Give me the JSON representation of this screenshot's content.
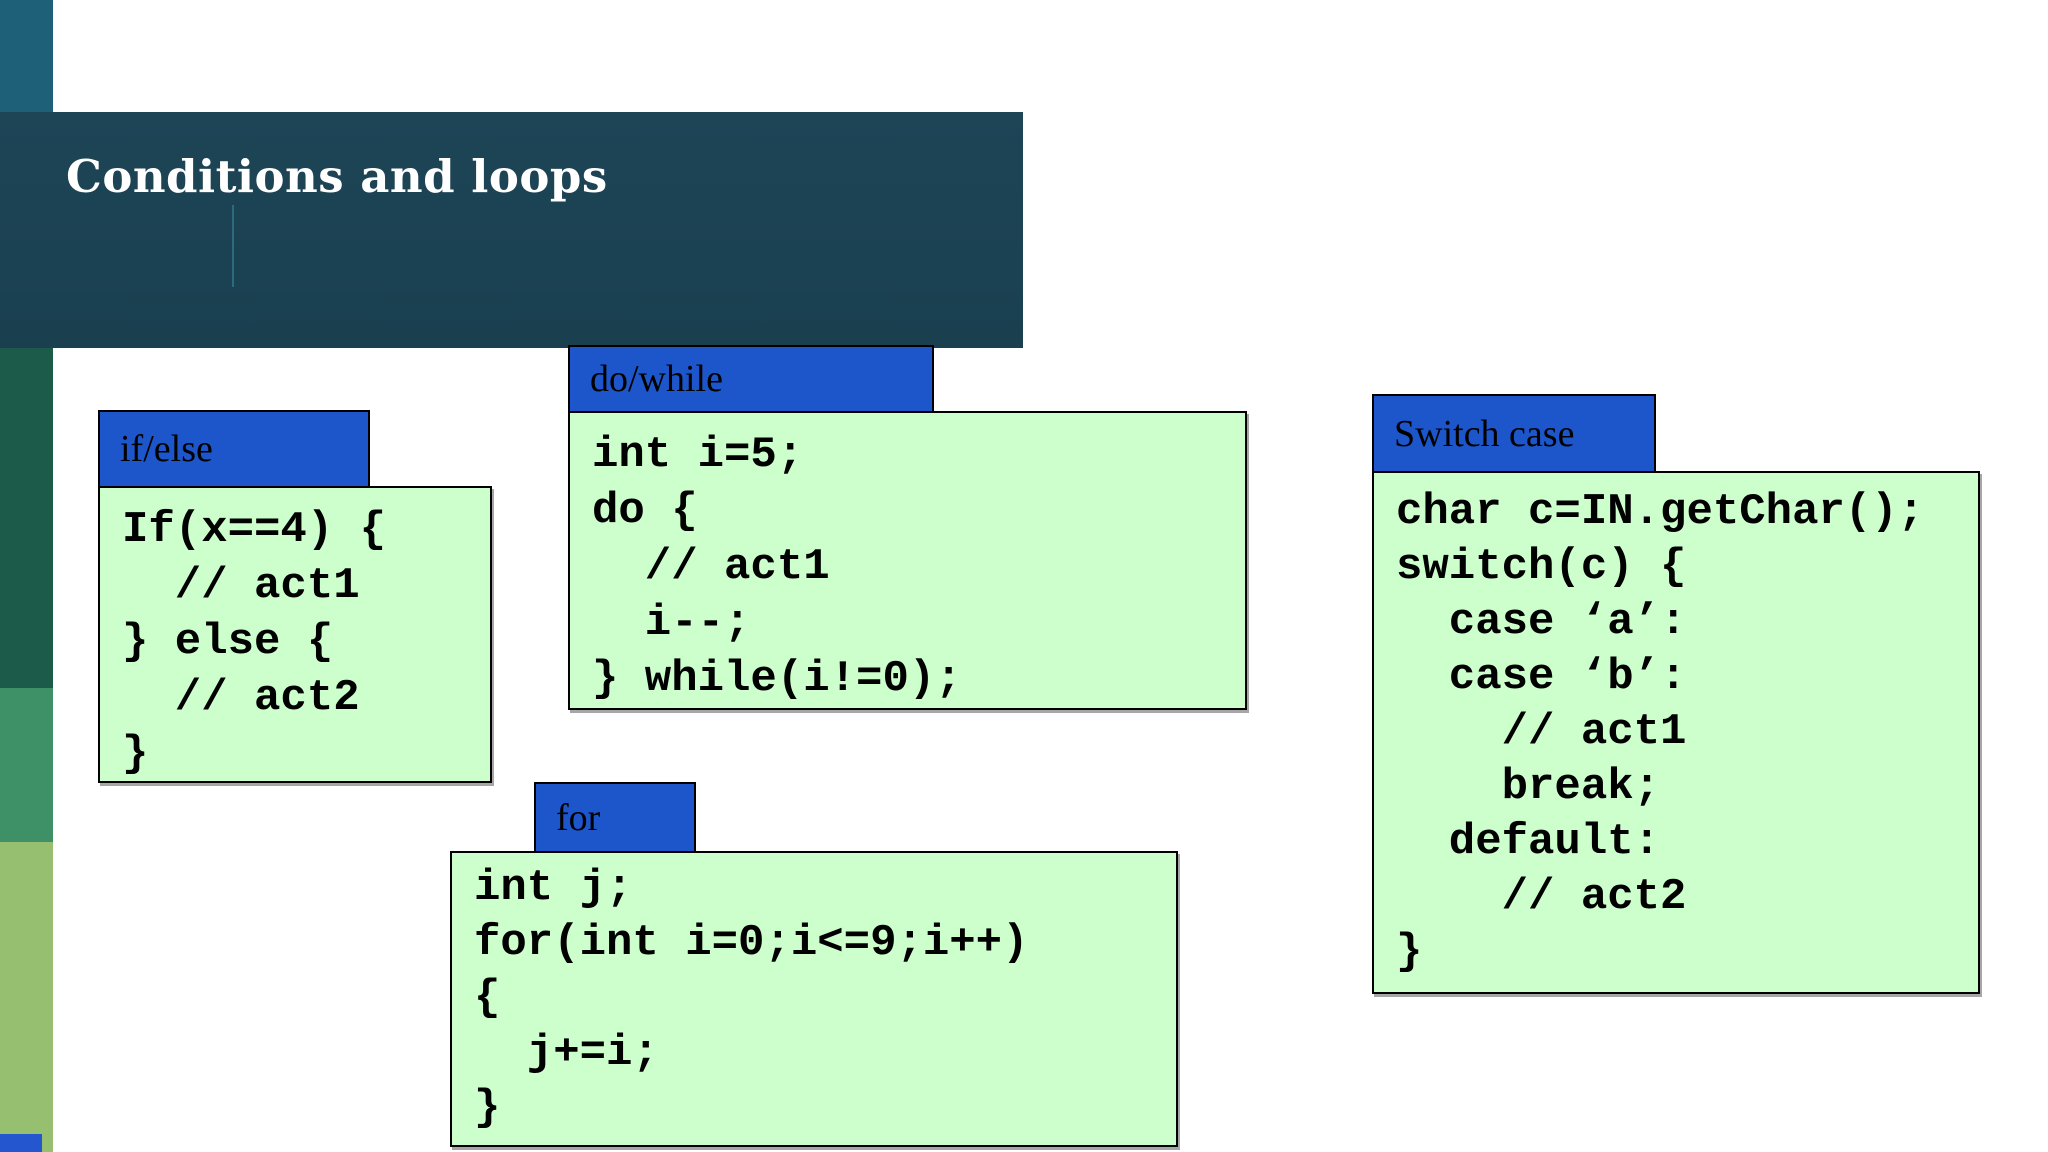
{
  "slide": {
    "title": "Conditions and loops"
  },
  "boxes": [
    {
      "label": "if/else",
      "code": "If(x==4) {\n  // act1\n} else {\n  // act2\n}"
    },
    {
      "label": "do/while",
      "code": "int i=5;\ndo {\n  // act1\n  i--;\n} while(i!=0);"
    },
    {
      "label": "for",
      "code": "int j;\nfor(int i=0;i<=9;i++)\n{\n  j+=i;\n}"
    },
    {
      "label": "Switch case",
      "code": "char c=IN.getChar();\nswitch(c) {\n  case ‘a’:\n  case ‘b’:\n    // act1\n    break;\n  default:\n    // act2\n}"
    }
  ],
  "colors": {
    "title_bar_bg": "#1d4356",
    "title_text": "#ffffff",
    "label_bg": "#1d56cb",
    "code_bg": "#ccffcc",
    "code_text": "#000000",
    "strip_teal": "#1e6078",
    "strip_dark_green": "#1c5a4a",
    "strip_medium_green": "#3e9166",
    "strip_light_green": "#96bf70",
    "strip_blue": "#2356cf"
  }
}
